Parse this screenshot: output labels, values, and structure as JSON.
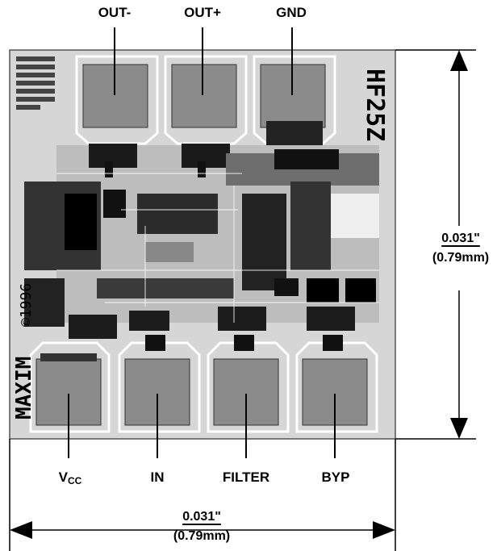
{
  "pins_top": [
    {
      "label": "OUT-"
    },
    {
      "label": "OUT+"
    },
    {
      "label": "GND"
    }
  ],
  "pins_bottom": [
    {
      "label": "V",
      "sub": "CC"
    },
    {
      "label": "IN",
      "sub": ""
    },
    {
      "label": "FILTER",
      "sub": ""
    },
    {
      "label": "BYP",
      "sub": ""
    }
  ],
  "dimensions": {
    "height": {
      "inch": "0.031\"",
      "mm": "(0.79mm)"
    },
    "width": {
      "inch": "0.031\"",
      "mm": "(0.79mm)"
    }
  },
  "die": {
    "part_number": "HF25Z",
    "brand": "MAXIM",
    "copyright": "©1996"
  },
  "colors": {
    "die_bg": "#d9d9d9",
    "pad": "#8a8a8a",
    "ink": "#000000"
  }
}
